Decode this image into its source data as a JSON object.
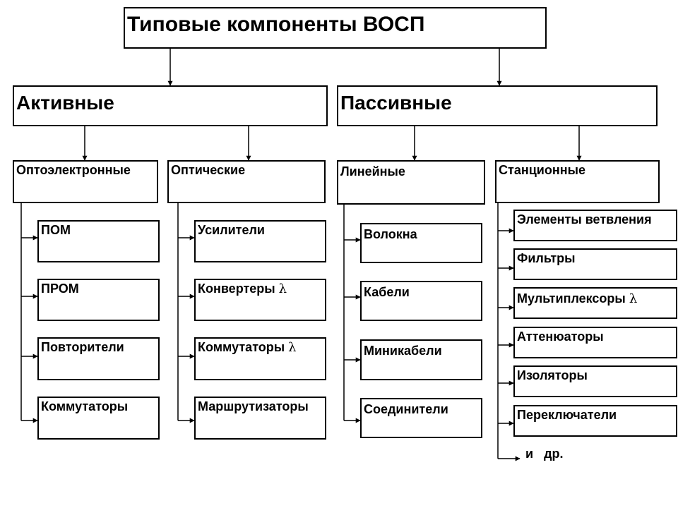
{
  "root": {
    "title": "Типовые компоненты ВОСП"
  },
  "level2": [
    {
      "id": "active",
      "label": "Активные"
    },
    {
      "id": "passive",
      "label": "Пассивные"
    }
  ],
  "level3": [
    {
      "id": "optoelectronic",
      "label": "Оптоэлектронные"
    },
    {
      "id": "optical",
      "label": "Оптические"
    },
    {
      "id": "linear",
      "label": "Линейные"
    },
    {
      "id": "station",
      "label": "Станционные"
    }
  ],
  "optoelectronic_items": [
    "ПОМ",
    "ПРОМ",
    "Повторители",
    "Коммутаторы"
  ],
  "optical_items": [
    "Усилители",
    "Конвертеры",
    "Коммутаторы",
    "Маршрутизаторы"
  ],
  "linear_items": [
    "Волокна",
    "Кабели",
    "Миникабели",
    "Соединители"
  ],
  "station_items": [
    "Элементы ветвления",
    "Фильтры",
    "Мультиплексоры",
    "Аттенюаторы",
    "Изоляторы",
    "Переключатели"
  ],
  "lambda_symbol": "λ",
  "etc_label": "и   др."
}
